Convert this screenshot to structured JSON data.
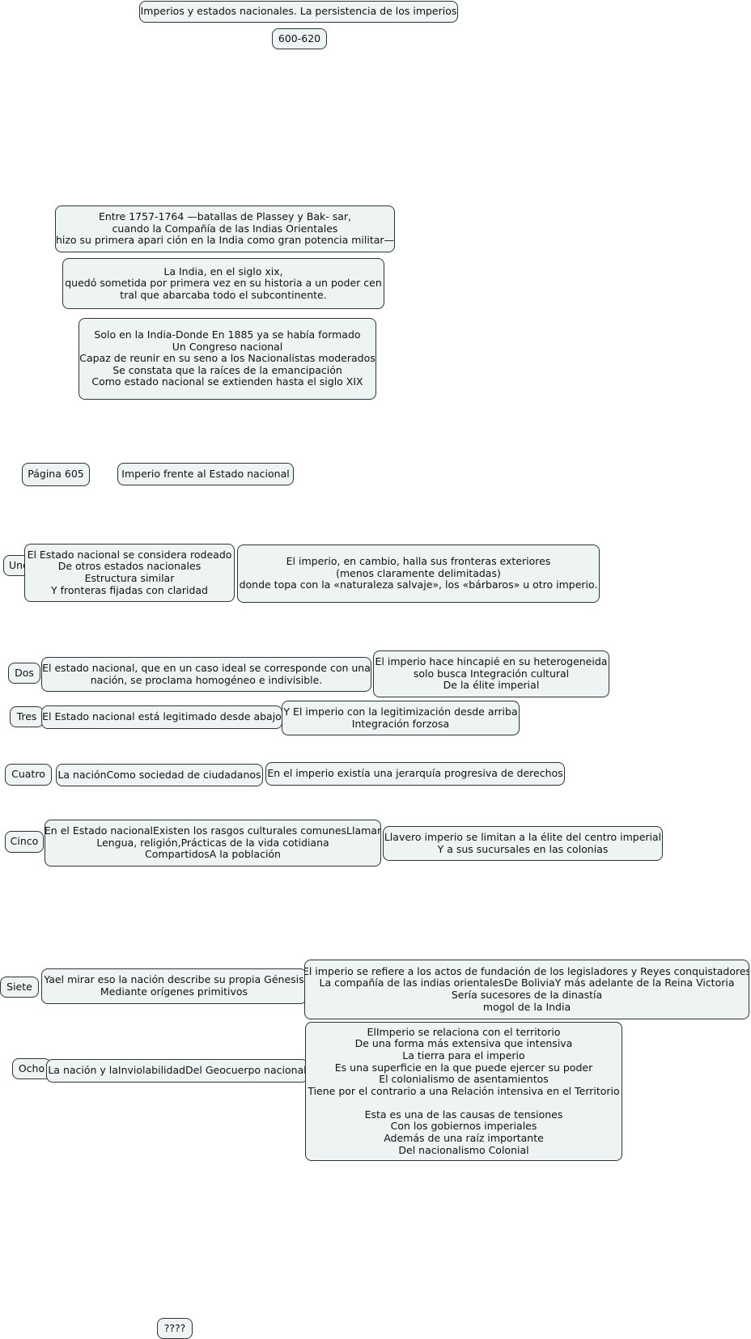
{
  "nodes": {
    "title": "Imperios y estados nacionales. La persistencia de los imperios",
    "pages_range": "600-620",
    "plassey": "Entre 1757-1764 —batallas de Plassey y Bak- sar,\ncuando la Compañía de las Indias Orientales\nhizo su primera apari ción en la India como gran potencia militar—",
    "india_siglo_xix": "La India, en el siglo xix,\nquedó sometida por primera vez en su historia a un poder cen\ntral que abarcaba todo el subcontinente.",
    "congreso_nacional": "Solo en la India-Donde En 1885 ya se había formado\nUn Congreso nacional\nCapaz de reunir en su seno a los Nacionalistas moderados\nSe constata que la raíces de la emancipación\nComo estado nacional se extienden hasta el siglo XIX",
    "pagina_605": "Página 605",
    "imperio_frente": "Imperio frente al Estado nacional",
    "uno": "Uno",
    "uno_nacional": "El Estado nacional se considera rodeado\nDe otros estados nacionales\nEstructura similar\nY fronteras fijadas con claridad",
    "uno_imperio": "El imperio, en cambio, halla sus fronteras exteriores\n(menos claramente delimitadas)\ndonde topa con la «naturaleza salvaje», los «bárbaros» u otro imperio.",
    "dos": "Dos",
    "dos_nacional": "El estado nacional, que en un caso ideal se corresponde con una\nnación, se proclama homogéneo e indivisible.",
    "dos_imperio": "El imperio hace hincapié en su heterogeneida\nsolo busca Integración cultural\nDe la élite imperial",
    "tres": "Tres",
    "tres_nacional": "El Estado nacional está legitimado desde abajo",
    "tres_imperio": "Y El imperio con la legitimización desde arriba\nIntegración forzosa",
    "cuatro": "Cuatro",
    "cuatro_nacional": "La naciónComo sociedad de ciudadanos",
    "cuatro_imperio": "En el imperio existía una jerarquía progresiva de derechos",
    "cinco": "Cinco",
    "cinco_nacional": "En el Estado nacionalExisten los rasgos culturales comunesLlamar\nLengua, religión,Prácticas de la vida cotidiana\nCompartidosA la población",
    "cinco_imperio": "Llavero imperio se limitan a la élite del centro imperial\nY a sus sucursales en las colonias",
    "siete": "Siete",
    "siete_nacional": "Yael mirar eso la nación describe su propia Génesis\nMediante orígenes primitivos",
    "siete_imperio": "El imperio se refiere a los actos de fundación de los legisladores y Reyes conquistadores\nLa compañía de las indias orientalesDe BoliviaY más adelante de la Reina Victoria\nSería sucesores de la dinastía\nmogol de la India",
    "ocho": "Ocho",
    "ocho_nacional": "La nación y laInviolabilidadDel Geocuerpo nacional",
    "ocho_imperio": "ElImperio se relaciona con el territorio\nDe una forma más extensiva que intensiva\nLa tierra para el imperio\nEs una superficie en la que puede ejercer su poder\nEl colonialismo de asentamientos\nTiene por el contrario a una Relación intensiva en el Territorio\n\nEsta es una de las causas de tensiones\nCon los gobiernos imperiales\nAdemás de una raíz importante\nDel nacionalismo Colonial",
    "question": "????"
  }
}
